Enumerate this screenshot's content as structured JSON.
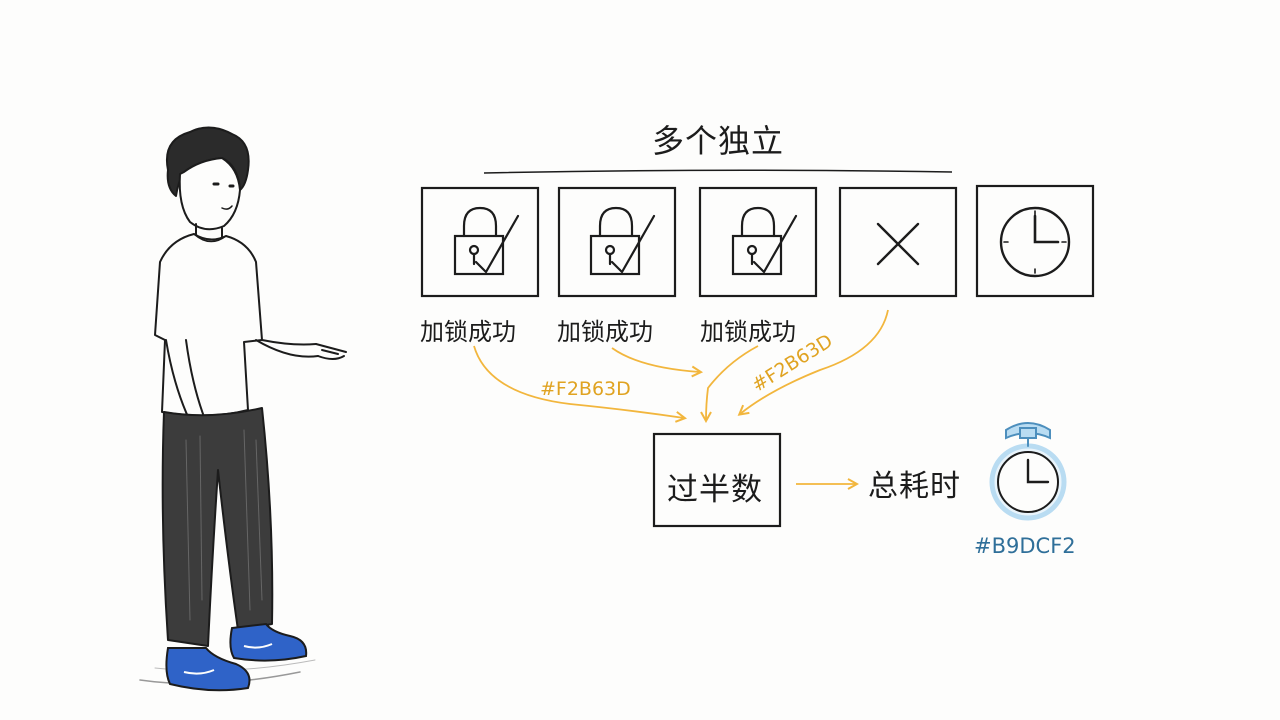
{
  "diagram": {
    "title": "多个独立",
    "nodes": [
      {
        "icon": "lock-check-icon",
        "label": "加锁成功"
      },
      {
        "icon": "lock-check-icon",
        "label": "加锁成功"
      },
      {
        "icon": "lock-check-icon",
        "label": "加锁成功"
      },
      {
        "icon": "cross-icon",
        "label": ""
      },
      {
        "icon": "clock-icon",
        "label": ""
      }
    ],
    "majority_label": "过半数",
    "total_time_label": "总耗时",
    "arrow_color_label": "#F2B63D",
    "arrow_color_label_2": "#F2B63D",
    "timer_color_label": "#B9DCF2"
  },
  "colors": {
    "arrow": "#F2B63D",
    "timer": "#B9DCF2",
    "timer_text": "#2f6f99",
    "ink": "#1c1c1c",
    "shoe": "#2f63c8"
  }
}
